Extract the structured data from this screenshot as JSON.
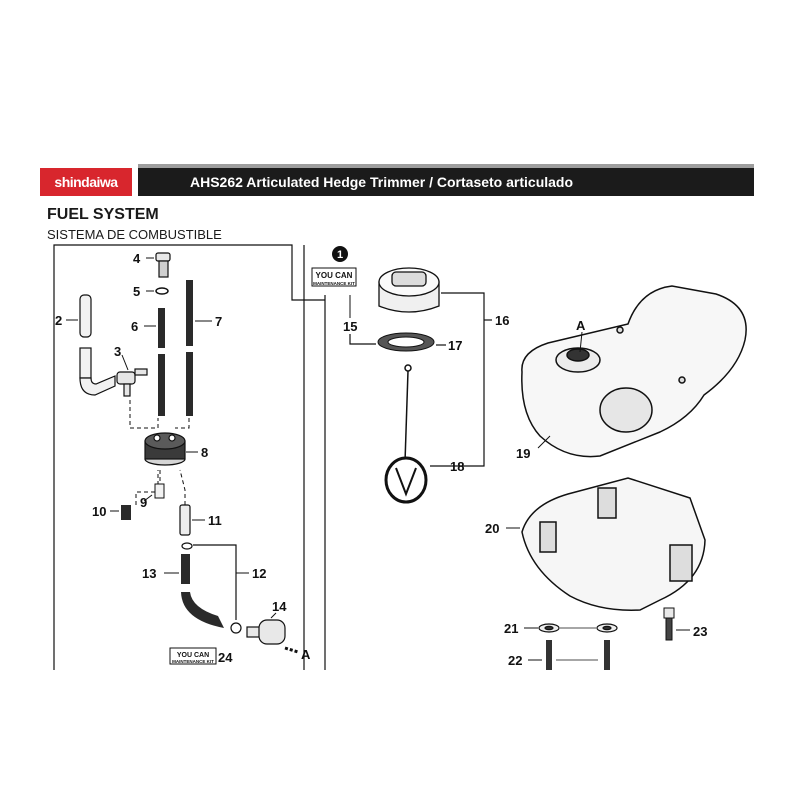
{
  "header": {
    "brand": "shindaiwa",
    "title": "AHS262 Articulated Hedge Trimmer / Cortaseto articulado"
  },
  "section": {
    "title": "FUEL SYSTEM",
    "subtitle": "SISTEMA DE COMBUSTIBLE"
  },
  "kit_badge": {
    "number": "1",
    "line1": "YOU CAN",
    "line2": "MAINTENANCE KIT"
  },
  "parts": [
    "2",
    "3",
    "4",
    "5",
    "6",
    "7",
    "8",
    "9",
    "10",
    "11",
    "12",
    "13",
    "14",
    "15",
    "16",
    "17",
    "18",
    "19",
    "20",
    "21",
    "22",
    "23",
    "24"
  ],
  "reference_letter": "A",
  "colors": {
    "brand_red": "#d8262d",
    "title_bar": "#1b1b1b",
    "rule_gray": "#9e9e9e"
  }
}
